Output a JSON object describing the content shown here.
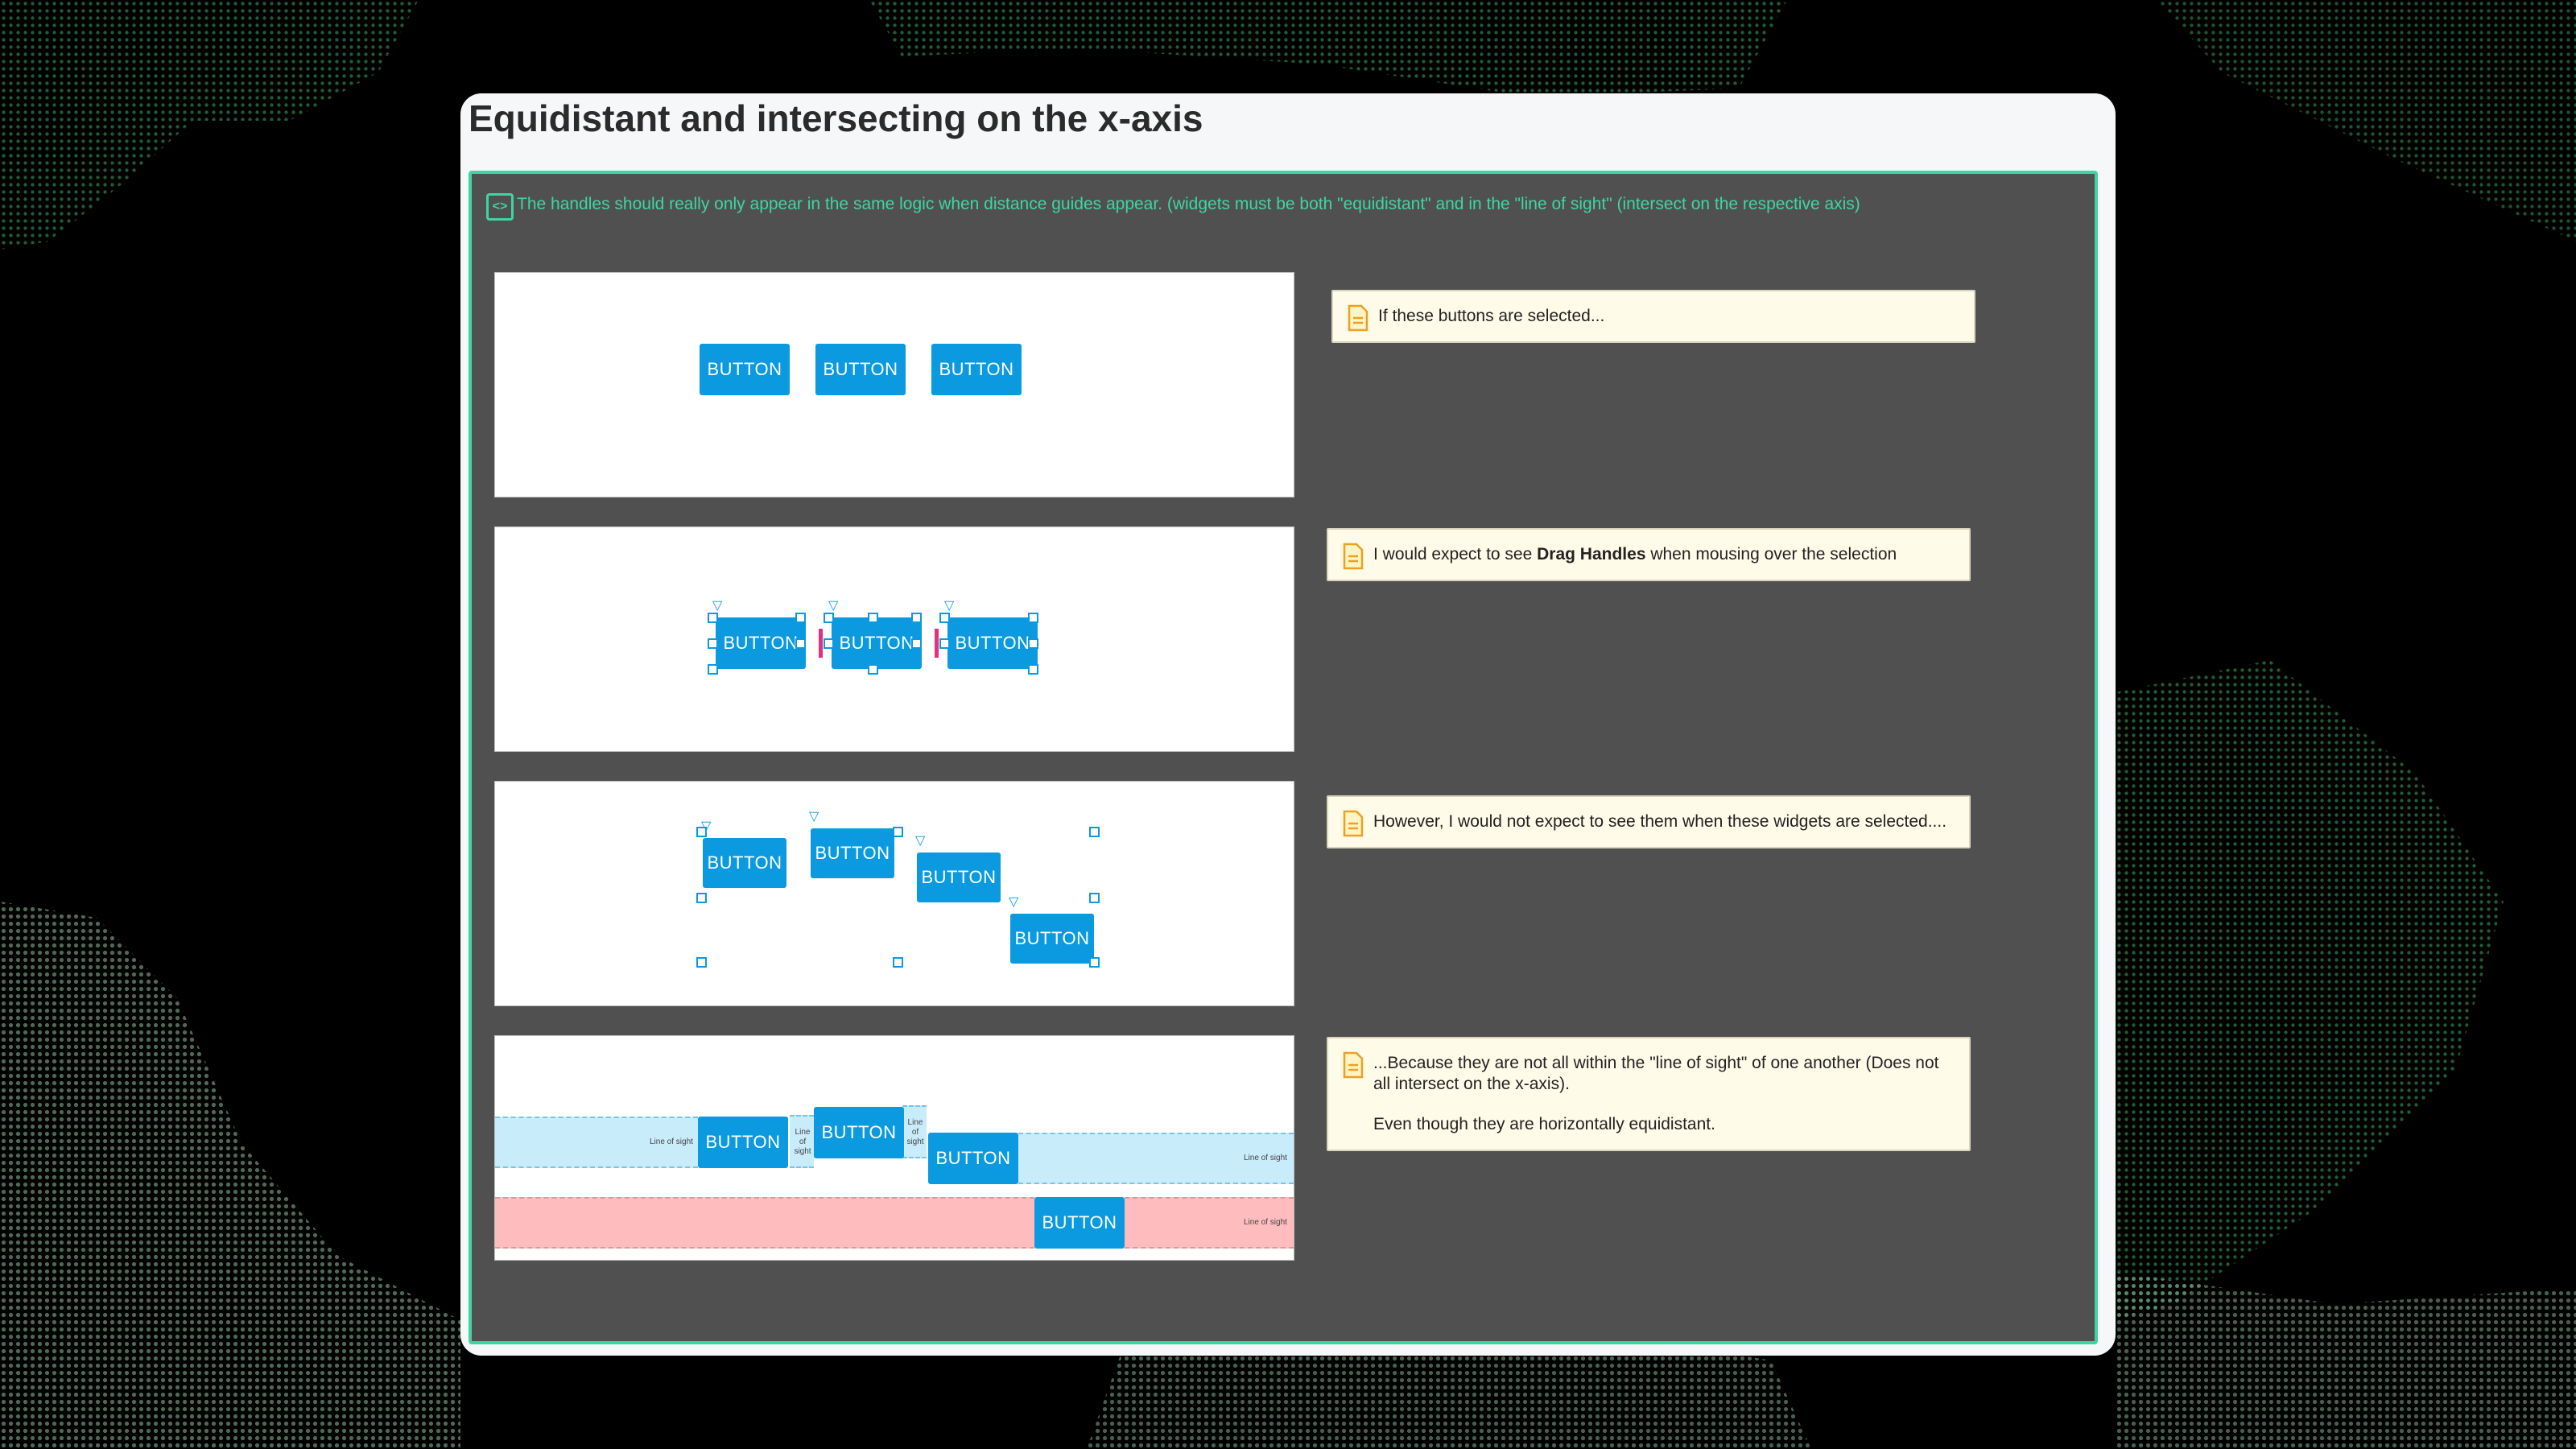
{
  "title": "Equidistant and intersecting on the x-axis",
  "description": "The handles should really only appear in the same logic when distance guides appear. (widgets must be both \"equidistant\" and in the \"line of sight\" (intersect on the respective axis)",
  "button_label": "BUTTON",
  "line_of_sight_label": "Line of sight",
  "notes": [
    {
      "text": "If these buttons are selected..."
    },
    {
      "before": "I would expect to see ",
      "bold": "Drag Handles",
      "after": " when mousing over the selection"
    },
    {
      "text": "However, I would not expect to see them when these widgets are selected...."
    },
    {
      "line1": "...Because they are not all within the \"line of sight\" of one another (Does not all intersect on the x-axis).",
      "line2": "Even though they are horizontally equidistant."
    }
  ],
  "colors": {
    "accent": "#3fd5a3",
    "button": "#0b9ae0",
    "guide": "#e0327e",
    "note_bg": "#fffbe9"
  },
  "icons": {
    "description": "code-icon",
    "note": "note-icon",
    "handle_arrow": "triangle-down-icon"
  }
}
